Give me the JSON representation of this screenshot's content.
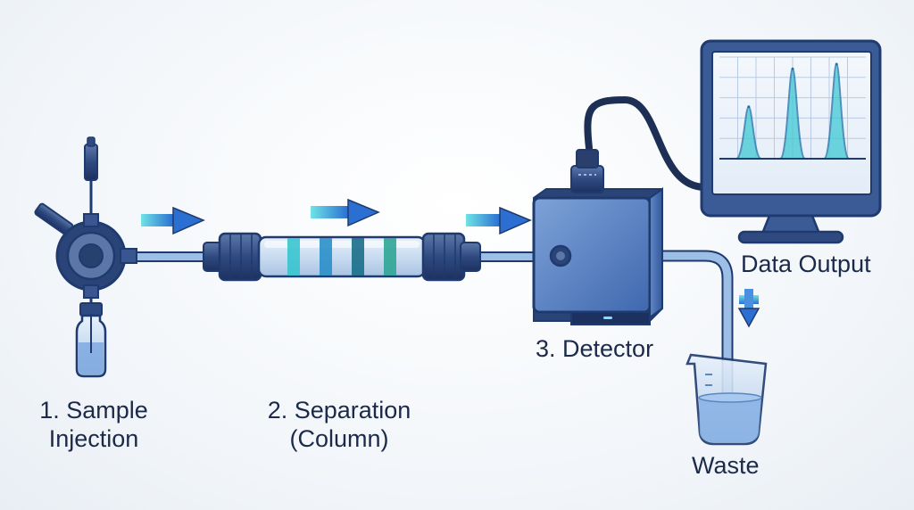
{
  "labels": {
    "sample_line1": "1. Sample",
    "sample_line2": "Injection",
    "separation_line1": "2. Separation",
    "separation_line2": "(Column)",
    "detector": "3. Detector",
    "data_output": "Data Output",
    "waste": "Waste"
  },
  "colors": {
    "outline": "#1e3a6e",
    "tube": "#8fb4e0",
    "flow_arrow": "#2f7fd6",
    "band_colors": [
      "#39c4cf",
      "#2a8fc9",
      "#1b6e8a",
      "#2fa596"
    ],
    "peak_fill": "#3fc9d4"
  },
  "chart_data": {
    "type": "line",
    "x": [
      0,
      1,
      2,
      3,
      4,
      5,
      6,
      7,
      8,
      9,
      10
    ],
    "series": [
      {
        "values": [
          0,
          0,
          0.55,
          0,
          0,
          0.95,
          0,
          0,
          1.0,
          0,
          0
        ]
      }
    ],
    "grid": true
  }
}
